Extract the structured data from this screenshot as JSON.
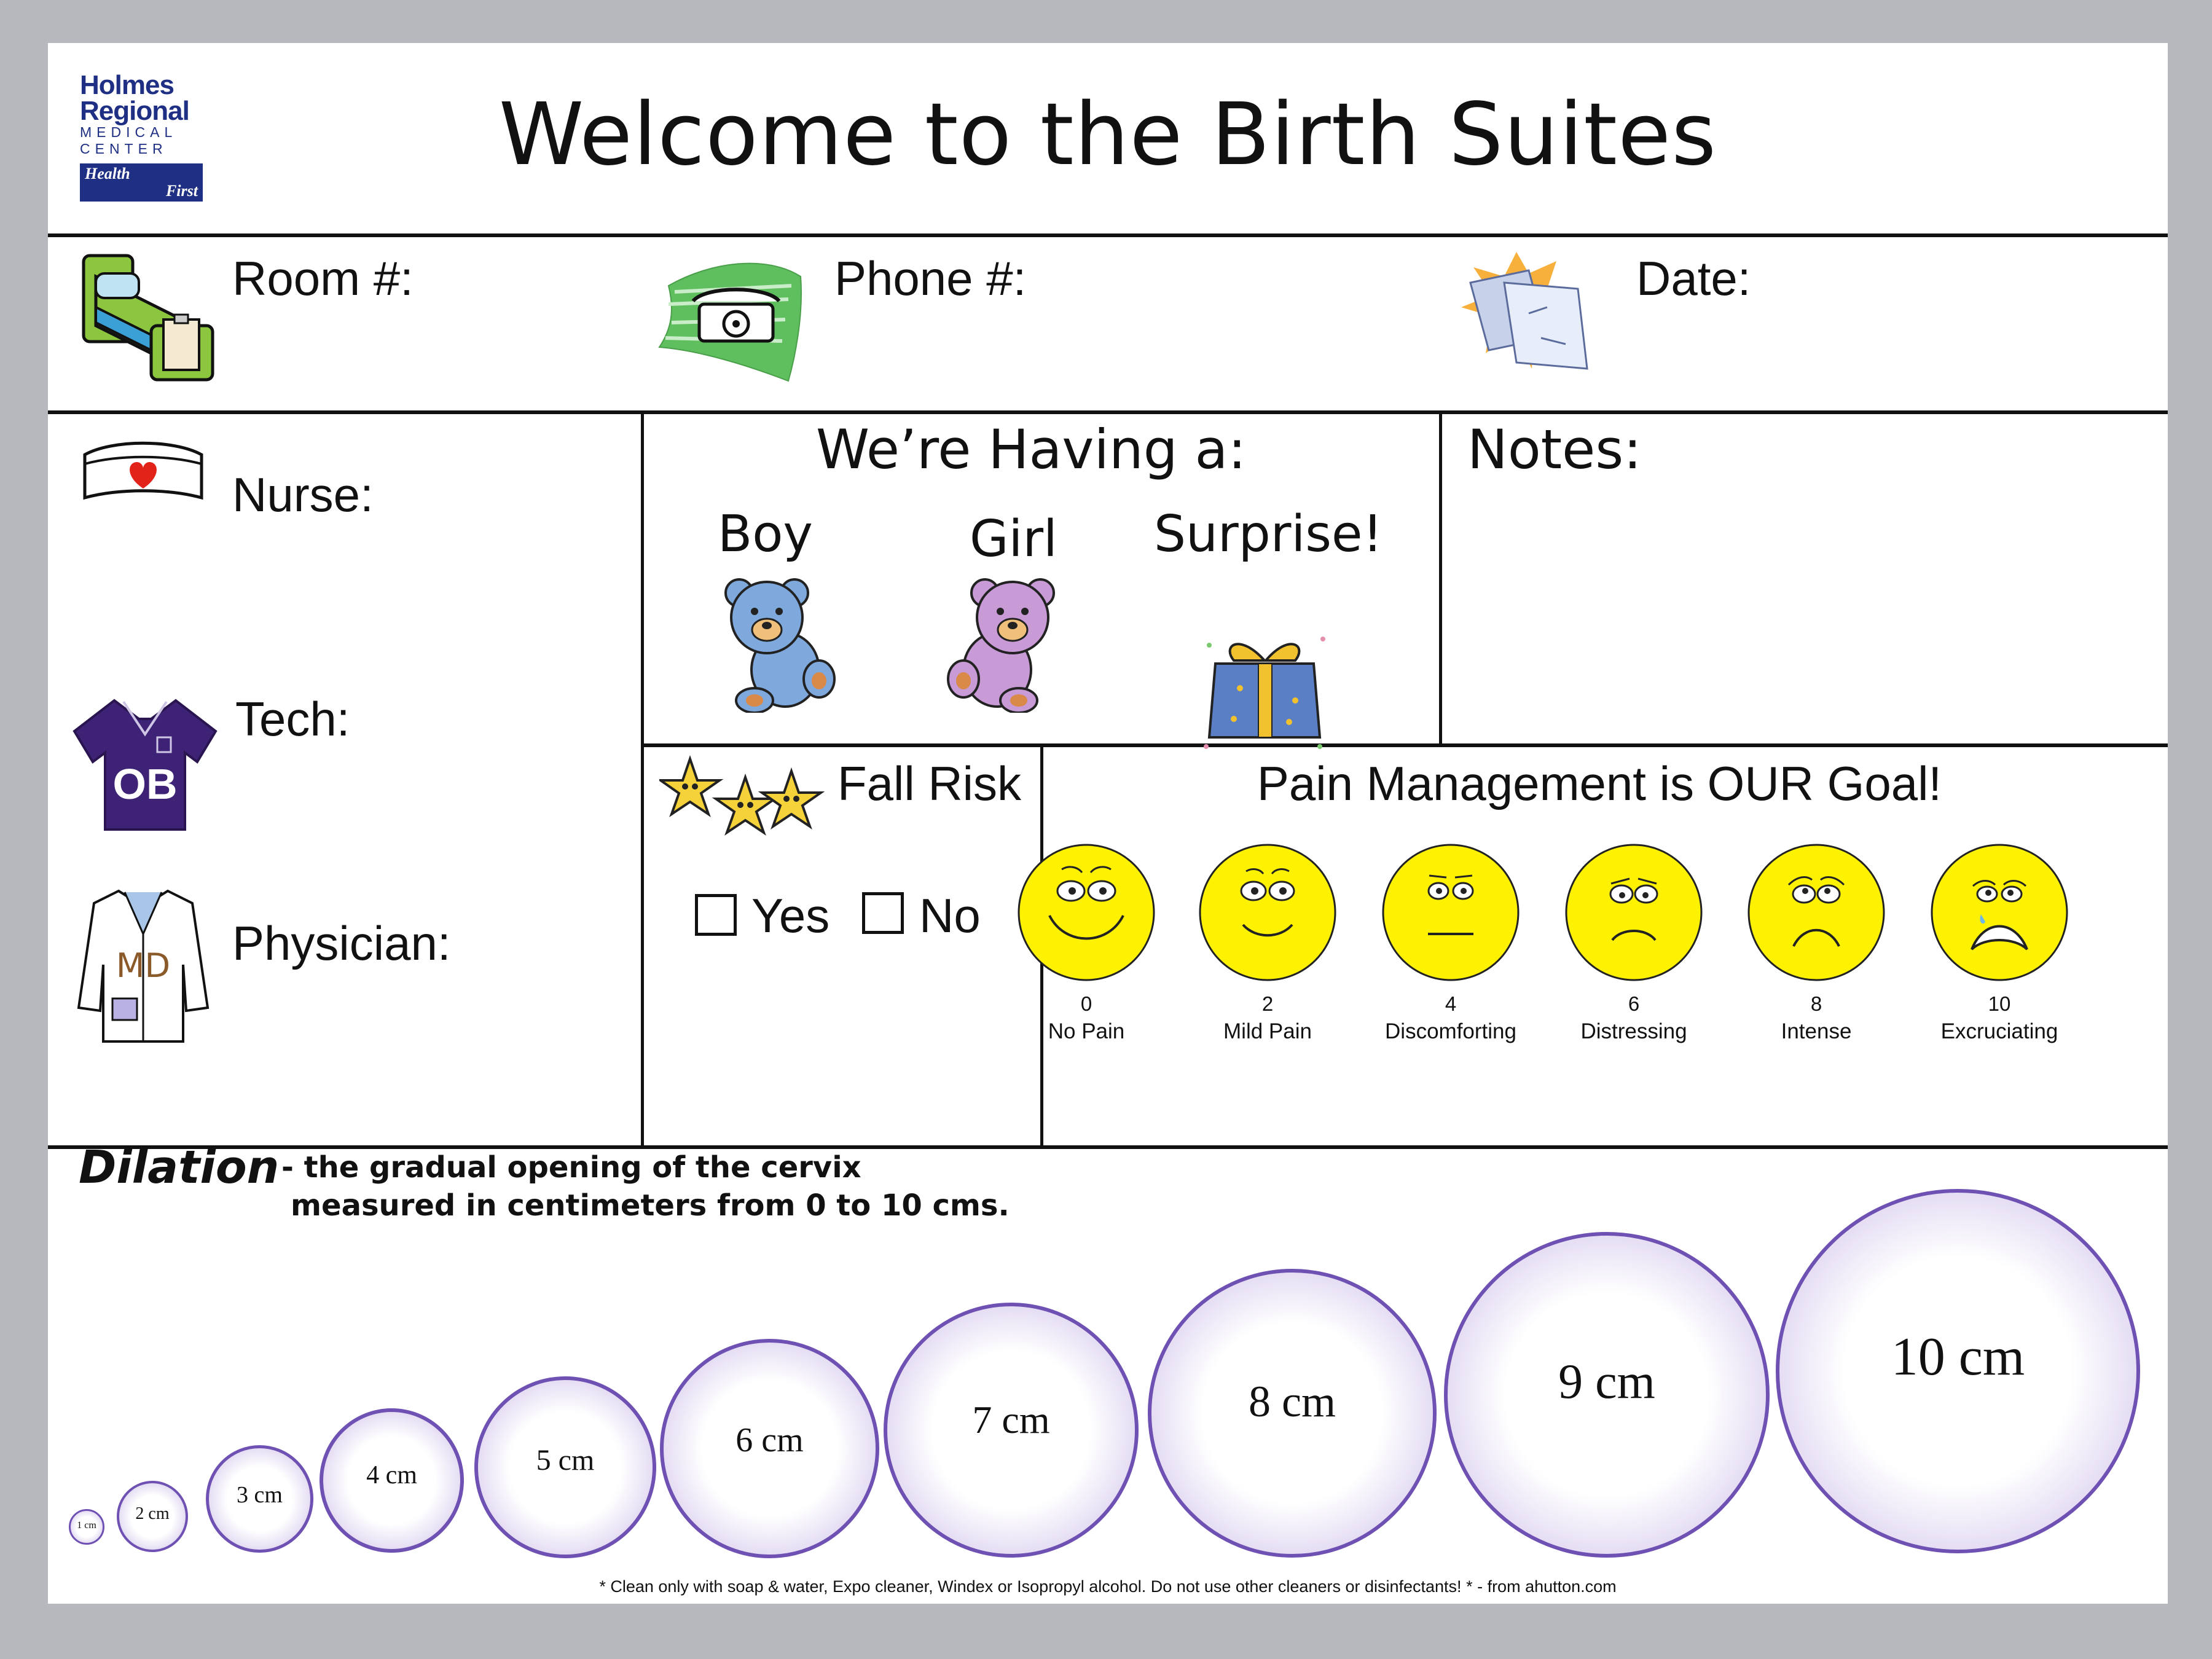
{
  "logo": {
    "line1": "Holmes",
    "line2": "Regional",
    "line3": "MEDICAL",
    "line4": "CENTER",
    "badge1": "Health",
    "badge2": "First"
  },
  "title": "Welcome to the Birth Suites",
  "fields": {
    "room": "Room #:",
    "phone": "Phone #:",
    "date": "Date:",
    "nurse": "Nurse:",
    "tech": "Tech:",
    "physician": "Physician:"
  },
  "icons": {
    "tech_shirt": "OB",
    "physician_coat": "MD"
  },
  "baby": {
    "title": "We’re Having a:",
    "boy": "Boy",
    "girl": "Girl",
    "surprise": "Surprise!"
  },
  "notes": {
    "title": "Notes:"
  },
  "fall_risk": {
    "title": "Fall Risk",
    "yes": "Yes",
    "no": "No"
  },
  "pain": {
    "title": "Pain Management is OUR Goal!",
    "scale": [
      {
        "value": "0",
        "label": "No Pain"
      },
      {
        "value": "2",
        "label": "Mild Pain"
      },
      {
        "value": "4",
        "label": "Discomforting"
      },
      {
        "value": "6",
        "label": "Distressing"
      },
      {
        "value": "8",
        "label": "Intense"
      },
      {
        "value": "10",
        "label": "Excruciating"
      }
    ]
  },
  "dilation": {
    "title": "Dilation",
    "desc1": "- the gradual opening of the cervix",
    "desc2": "measured in centimeters from 0 to 10 cms.",
    "sizes": [
      "1 cm",
      "2 cm",
      "3 cm",
      "4 cm",
      "5 cm",
      "6 cm",
      "7 cm",
      "8 cm",
      "9 cm",
      "10 cm"
    ]
  },
  "footer": "* Clean only with soap & water, Expo cleaner, Windex or Isopropyl alcohol.  Do not use other cleaners or disinfectants! * - from ahutton.com",
  "colors": {
    "logo_blue": "#1f2f84",
    "dilation_purple": "#6e51b3",
    "face_yellow": "#fff200",
    "shirt_purple": "#3d2275"
  }
}
